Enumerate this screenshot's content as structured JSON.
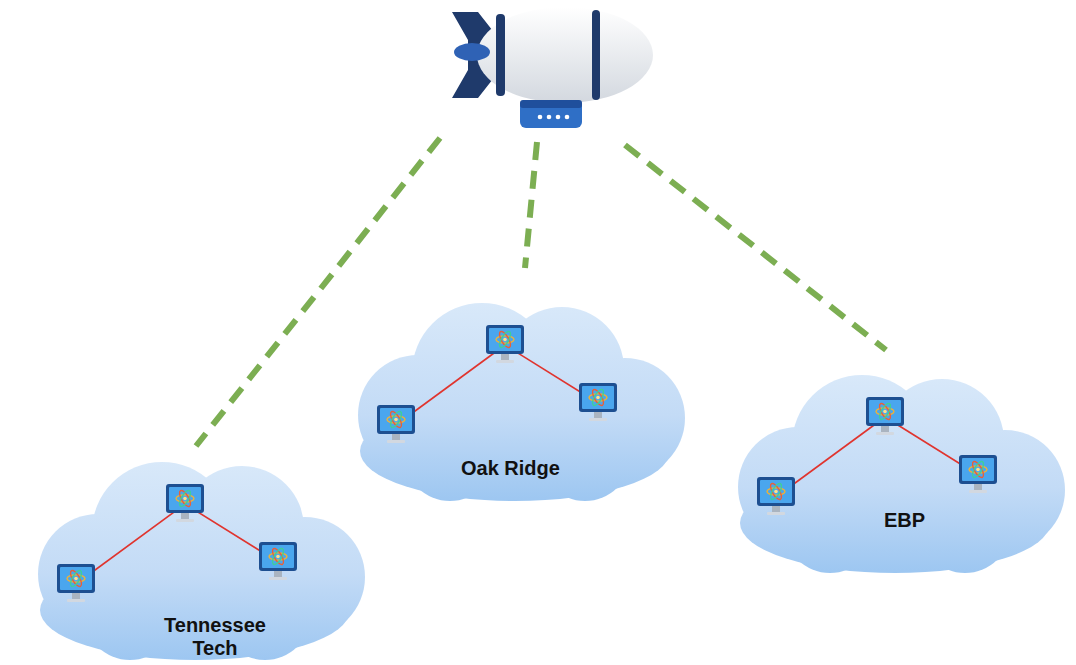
{
  "diagram": {
    "nodes": [
      {
        "text": [
          "Tennessee Tech"
        ]
      },
      {
        "text": [
          "Oak Ridge"
        ]
      },
      {
        "text": [
          "EBP"
        ]
      }
    ]
  }
}
